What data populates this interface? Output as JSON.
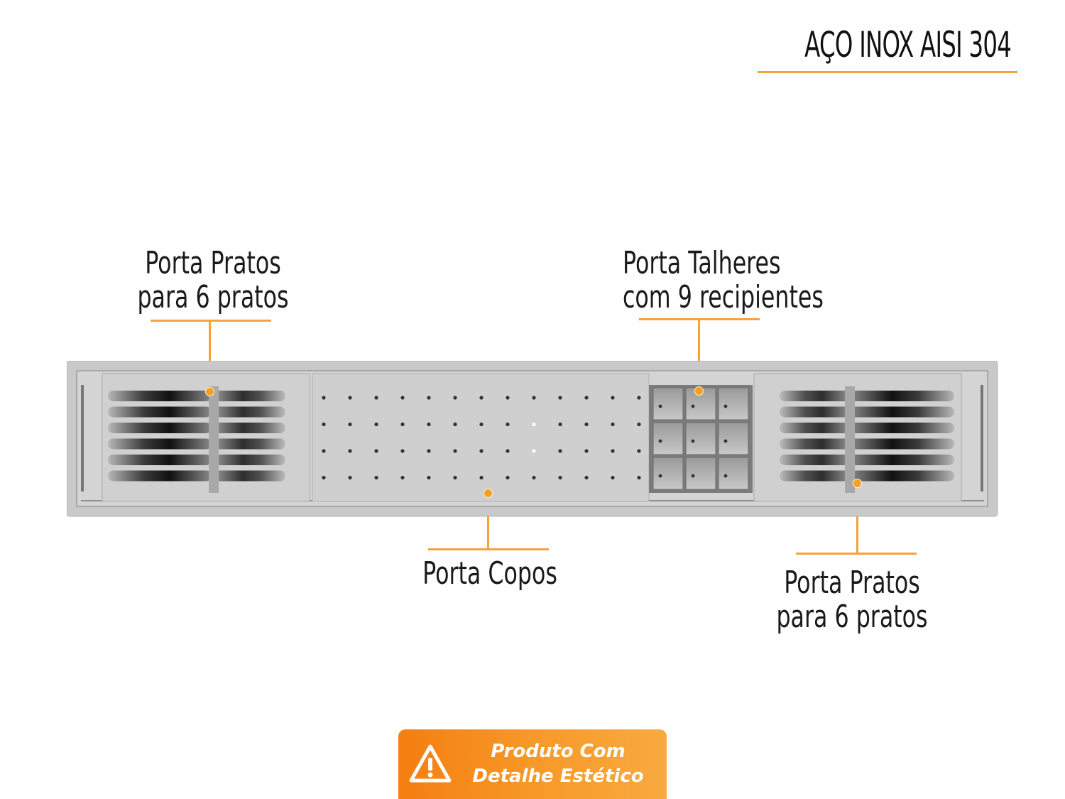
{
  "header": {
    "title": "AÇO INOX AISI 304",
    "accent_color": "#f5a23a"
  },
  "callouts": {
    "left_plates": {
      "line1": "Porta Pratos",
      "line2": "para 6 pratos"
    },
    "cutlery": {
      "line1": "Porta Talheres",
      "line2": "com 9 recipientes"
    },
    "cups": {
      "line1": "Porta Copos"
    },
    "right_plates": {
      "line1": "Porta Pratos",
      "line2": "para 6 pratos"
    }
  },
  "badge": {
    "line1": "Produto Com",
    "line2": "Detalhe Estético",
    "icon": "warning-triangle-icon"
  }
}
